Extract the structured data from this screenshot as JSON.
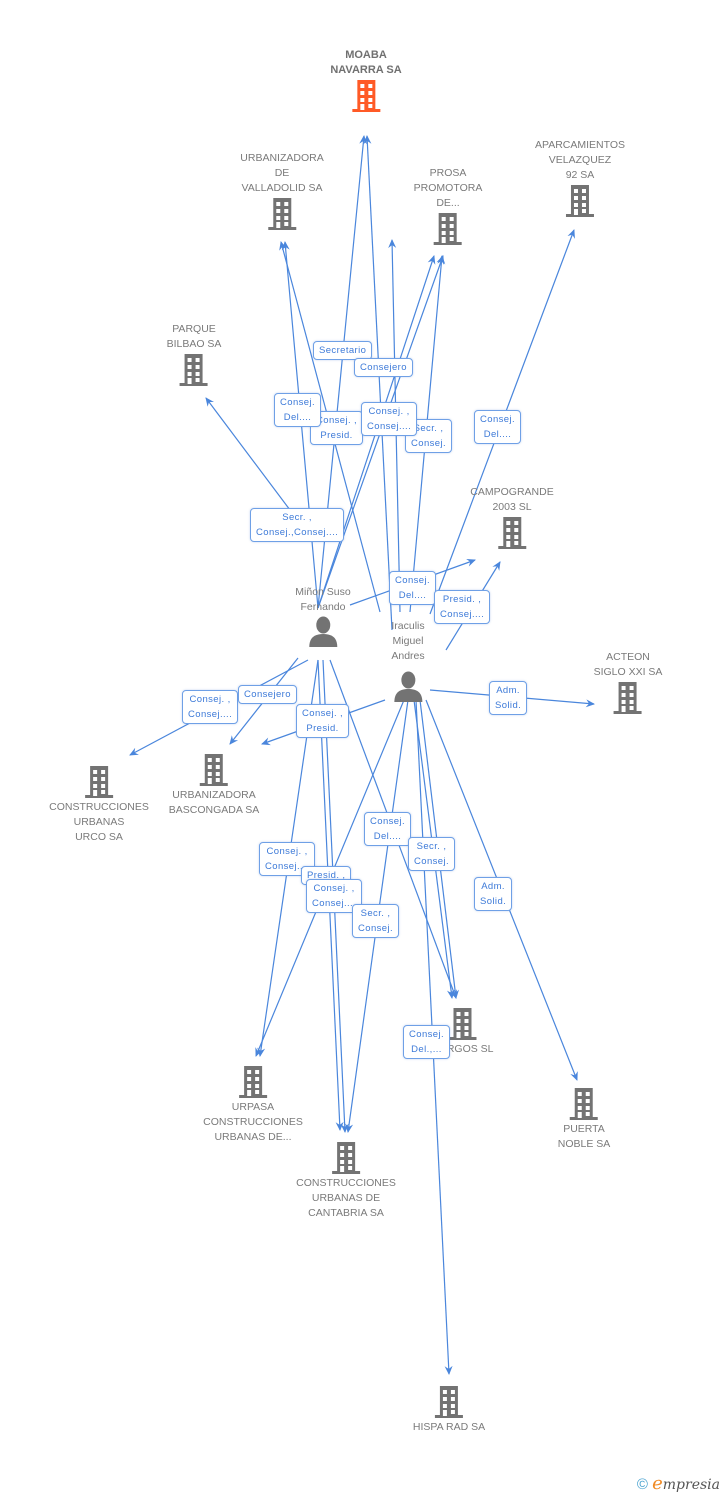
{
  "colors": {
    "edge": "#4a86dc",
    "company_icon": "#737373",
    "focus_icon": "#ff5a26",
    "person_icon": "#737373",
    "label": "#7a7a7a",
    "rel_text": "#3d7ad8"
  },
  "companies": [
    {
      "id": "moaba",
      "label": "MOABA\nNAVARRA SA",
      "focus": true,
      "icon": "building-icon"
    },
    {
      "id": "urb_valladolid",
      "label": "URBANIZADORA\nDE\nVALLADOLID SA",
      "icon": "building-icon"
    },
    {
      "id": "prosa",
      "label": "PROSA\nPROMOTORA\nDE...",
      "icon": "building-icon"
    },
    {
      "id": "aparcamientos",
      "label": "APARCAMIENTOS\nVELAZQUEZ\n92 SA",
      "icon": "building-icon"
    },
    {
      "id": "parque_bilbao",
      "label": "PARQUE\nBILBAO SA",
      "icon": "building-icon"
    },
    {
      "id": "campogrande",
      "label": "CAMPOGRANDE\n2003 SL",
      "icon": "building-icon"
    },
    {
      "id": "acteon",
      "label": "ACTEON\nSIGLO XXI SA",
      "icon": "building-icon"
    },
    {
      "id": "urco",
      "label": "CONSTRUCCIONES\nURBANAS\nURCO SA",
      "icon": "building-icon"
    },
    {
      "id": "bascongada",
      "label": "URBANIZADORA\nBASCONGADA SA",
      "icon": "building-icon"
    },
    {
      "id": "burgos",
      "label": "...URGOS SL",
      "icon": "building-icon"
    },
    {
      "id": "puerta_noble",
      "label": "PUERTA\nNOBLE SA",
      "icon": "building-icon"
    },
    {
      "id": "urpasa",
      "label": "URPASA\nCONSTRUCCIONES\nURBANAS DE...",
      "icon": "building-icon"
    },
    {
      "id": "cantabria",
      "label": "CONSTRUCCIONES\nURBANAS DE\nCANTABRIA SA",
      "icon": "building-icon"
    },
    {
      "id": "hispa_rad",
      "label": "HISPA RAD SA",
      "icon": "building-icon"
    }
  ],
  "people": [
    {
      "id": "minon",
      "label": "Miñon Suso\nFernando",
      "icon": "person-icon"
    },
    {
      "id": "iraculis",
      "label": "Iraculis\nMiguel\nAndres",
      "icon": "person-icon"
    }
  ],
  "relations": [
    {
      "id": "r1",
      "label": "Secretario"
    },
    {
      "id": "r2",
      "label": "Consejero"
    },
    {
      "id": "r3",
      "label": "Consej.\nDel...."
    },
    {
      "id": "r4",
      "label": "Consej. ,\nPresid."
    },
    {
      "id": "r5",
      "label": "Consej. ,\nConsej...."
    },
    {
      "id": "r6",
      "label": "Secr. ,\nConsej."
    },
    {
      "id": "r7",
      "label": "Consej.\nDel...."
    },
    {
      "id": "r8",
      "label": "Secr. ,\nConsej.,Consej...."
    },
    {
      "id": "r9",
      "label": "Consej.\nDel...."
    },
    {
      "id": "r10",
      "label": "Presid. ,\nConsej...."
    },
    {
      "id": "r11",
      "label": "Adm.\nSolid."
    },
    {
      "id": "r12",
      "label": "Consej. ,\nConsej...."
    },
    {
      "id": "r13",
      "label": "Consejero"
    },
    {
      "id": "r14",
      "label": "Consej. ,\nPresid."
    },
    {
      "id": "r15",
      "label": "Consej.\nDel...."
    },
    {
      "id": "r16",
      "label": "Secr. ,\nConsej."
    },
    {
      "id": "r17",
      "label": "Consej. ,\nConsej...."
    },
    {
      "id": "r18",
      "label": "Presid. ,"
    },
    {
      "id": "r19",
      "label": "Consej. ,\nConsej...."
    },
    {
      "id": "r20",
      "label": "Secr. ,\nConsej."
    },
    {
      "id": "r21",
      "label": "Adm.\nSolid."
    },
    {
      "id": "r22",
      "label": "Consej.\nDel.,..."
    }
  ],
  "footer": {
    "copyright": "©",
    "brand_initial": "e",
    "brand_rest": "mpresia"
  }
}
